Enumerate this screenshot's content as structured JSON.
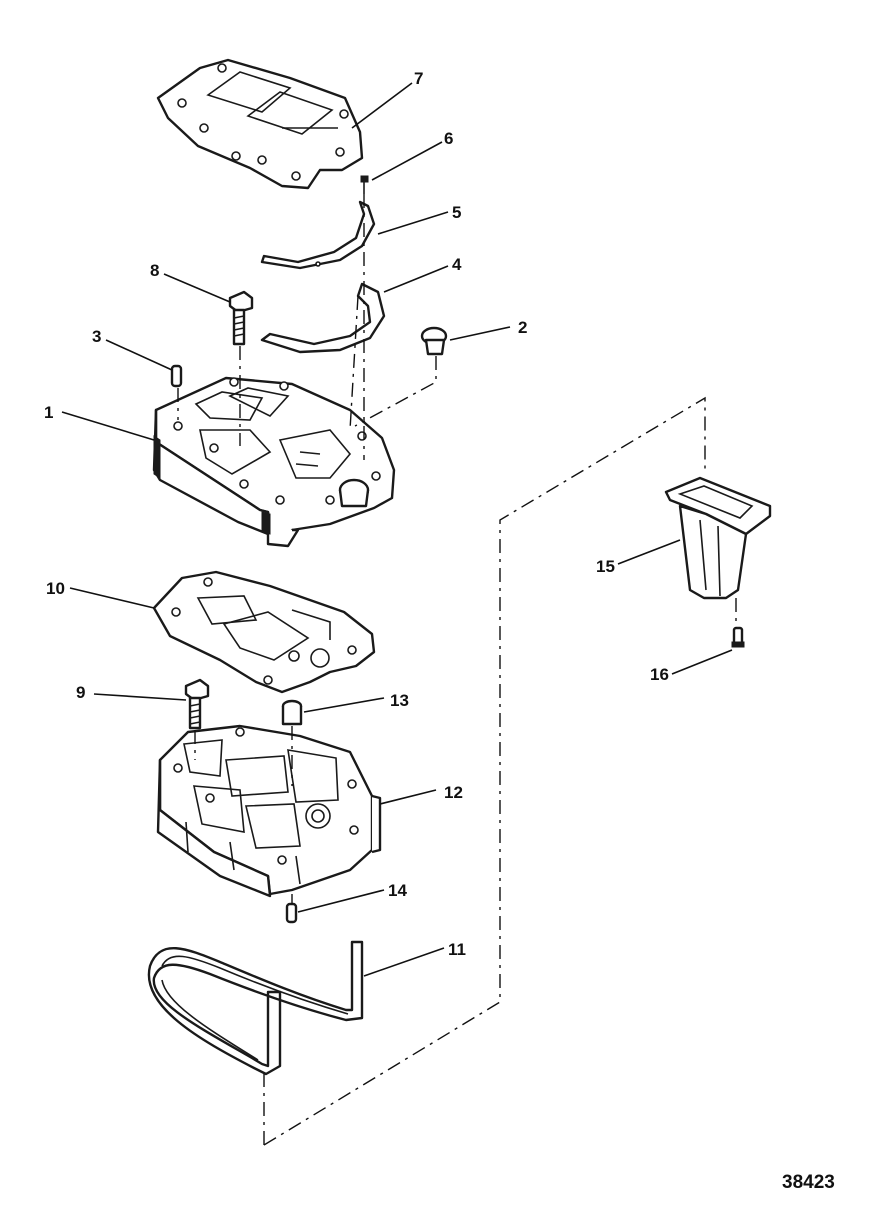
{
  "callouts": [
    "1",
    "2",
    "3",
    "4",
    "5",
    "6",
    "7",
    "8",
    "9",
    "10",
    "11",
    "12",
    "13",
    "14",
    "15",
    "16"
  ],
  "figure_number": "38423"
}
